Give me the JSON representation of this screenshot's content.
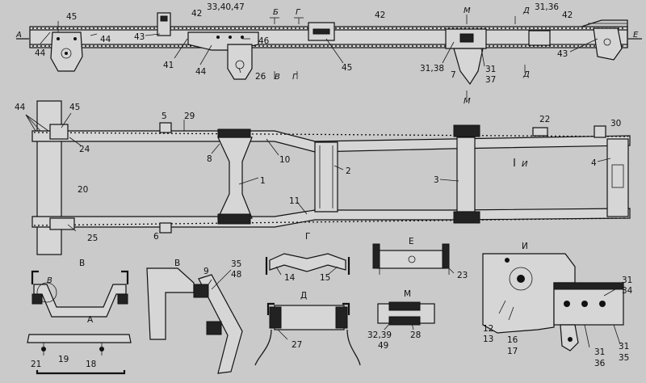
{
  "callouts": {
    "c45a": "45",
    "c44a": "44",
    "c44b": "44",
    "c43a": "43",
    "c41": "41",
    "c42a": "42",
    "c33": "33,40,47",
    "c46": "46",
    "c44c": "44",
    "c26": "26",
    "c42b": "42",
    "c45b": "45",
    "c42c": "42",
    "c31_36": "31,36",
    "c31_38": "31,38",
    "c31_37a": "31",
    "c31_37b": "37",
    "c7": "7",
    "c43b": "43",
    "c44d": "44",
    "c45c": "45",
    "c24": "24",
    "c20": "20",
    "c25": "25",
    "c5": "5",
    "c29": "29",
    "c8": "8",
    "c10": "10",
    "c1": "1",
    "c11": "11",
    "c2": "2",
    "c6": "6",
    "c3": "3",
    "c22": "22",
    "c30": "30",
    "c4": "4",
    "c14": "14",
    "c15": "15",
    "c23": "23",
    "c9": "9",
    "c35_48a": "35",
    "c35_48b": "48",
    "c27": "27",
    "c32": "32,39",
    "c49": "49",
    "c28": "28",
    "c18": "18",
    "c19": "19",
    "c21": "21",
    "c12": "12",
    "c13": "13",
    "c16": "16",
    "c17": "17",
    "c31_34a": "31",
    "c31_34b": "34",
    "c31_35a": "31",
    "c31_35b": "35",
    "c31_36a": "31",
    "c31_36b": "36"
  },
  "section_marks": {
    "A_left": "А",
    "E_right": "Е",
    "B_top": "Б",
    "G_top": "Г",
    "M_top": "М",
    "D_top": "Д",
    "B_bot": "В",
    "G_bot": "Г",
    "D_bot": "Д",
    "M_bot": "М",
    "I_arrow": "И",
    "V_detail": "В"
  },
  "view_titles": {
    "view_B": "В",
    "view_A": "А",
    "view_V2": "В",
    "view_G": "Г",
    "view_E": "Е",
    "view_I": "И",
    "view_D": "Д",
    "view_M": "М"
  }
}
